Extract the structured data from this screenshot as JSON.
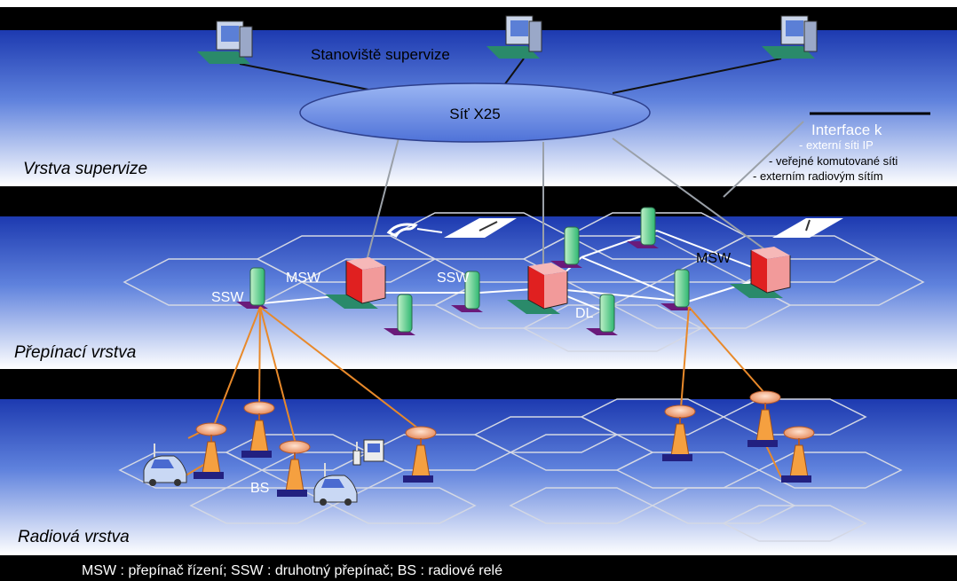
{
  "layers": {
    "supervision": "Vrstva supervize",
    "switching": "Přepínací vrstva",
    "radio": "Radiová vrstva"
  },
  "supervision": {
    "site_label": "Stanoviště supervize",
    "network_label": "Síť X25"
  },
  "interface": {
    "title": "Interface k",
    "item1": "- externí síti IP",
    "item2": "-  veřejné komutované síti",
    "item3": "- externím radiovým sítím"
  },
  "nodes": {
    "msw_left": "MSW",
    "msw_right": "MSW",
    "ssw_left": "SSW",
    "ssw_mid": "SSW",
    "dl": "DL",
    "bs": "BS"
  },
  "legend": "MSW : přepínač řízení; SSW : druhotný přepínač;  BS : radiové relé",
  "colors": {
    "band_dark": "#000000",
    "band_blue": "#1f3fb8",
    "cube_red": "#e03030",
    "tower_orange": "#f5a040",
    "link_orange": "#e8892a",
    "ellipse_blue": "#6b8ee8"
  }
}
